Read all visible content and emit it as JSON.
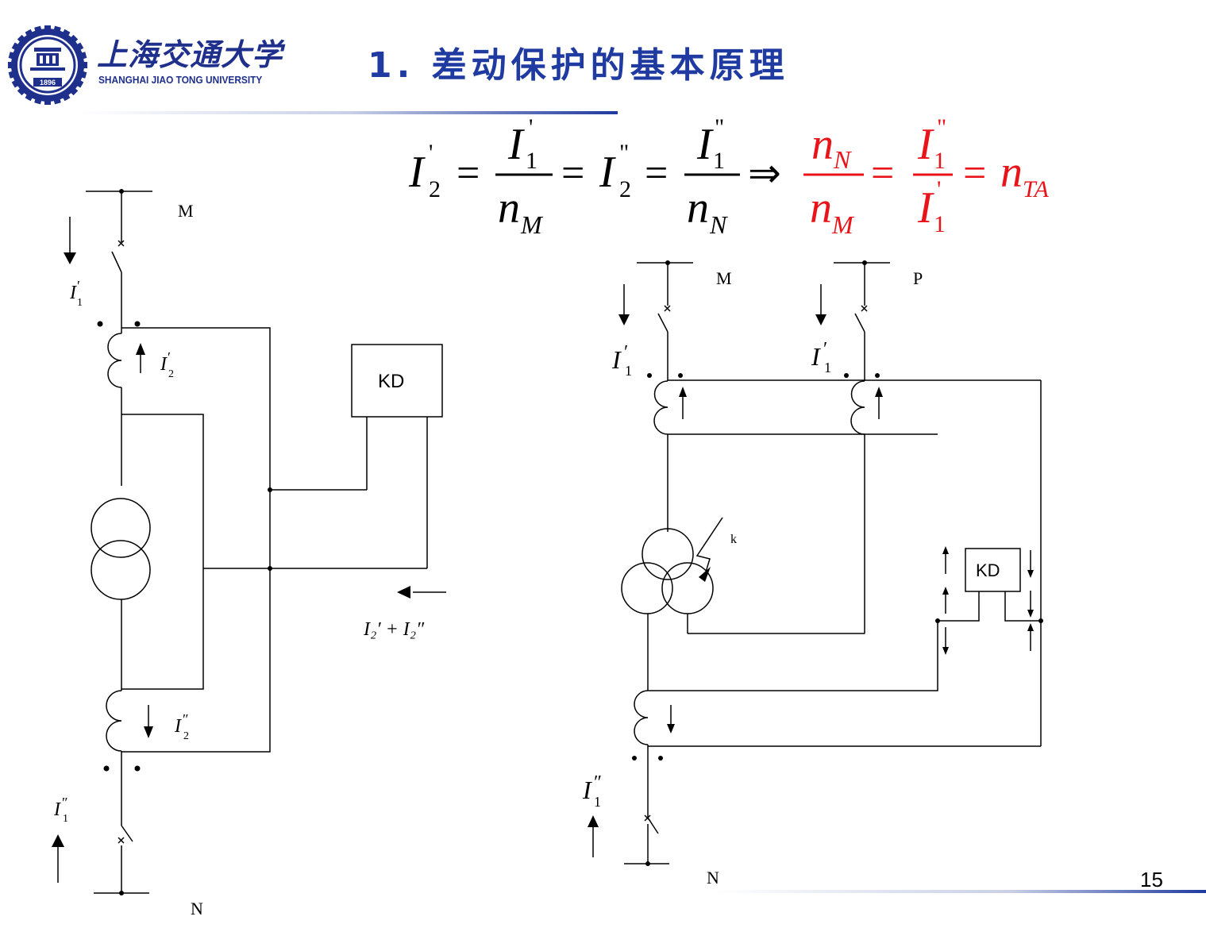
{
  "header": {
    "university_cn": "上海交通大学",
    "university_en": "SHANGHAI  JIAO TONG  UNIVERSITY",
    "logo_year": "1896",
    "title": "1. 差动保护的基本原理",
    "accent_color": "#1f3aa0"
  },
  "formula": {
    "lhs_I2p": "I",
    "frac1_num": "I",
    "frac1_den": "n",
    "frac1_den_sub": "M",
    "I2pp": "I",
    "frac2_num": "I",
    "frac2_den": "n",
    "frac2_den_sub": "N",
    "implies": "⇒",
    "red_frac1_num": "n",
    "red_frac1_num_sub": "N",
    "red_frac1_den": "n",
    "red_frac1_den_sub": "M",
    "red_frac2_num": "I",
    "red_frac2_den": "I",
    "red_rhs": "n",
    "red_rhs_sub": "TA",
    "sub1": "1",
    "sub2": "2",
    "prime": "'",
    "dprime": "\"",
    "red_color": "#e8141a"
  },
  "left_diagram": {
    "bus_top": "M",
    "bus_bottom": "N",
    "relay": "KD",
    "label_I1p": "I",
    "label_I2p": "I",
    "label_I2pp": "I",
    "label_I1pp": "I",
    "label_sum": "I₂′ + I₂″",
    "sub1": "1",
    "sub2": "2",
    "p": "′",
    "pp": "″",
    "plus": "+"
  },
  "right_diagram": {
    "bus_M": "M",
    "bus_P": "P",
    "bus_N": "N",
    "relay": "KD",
    "fault": "k",
    "label_I1p_M": "I",
    "label_I1p_P": "I",
    "label_I1pp": "I",
    "sub1": "1",
    "p": "′",
    "pp": "″"
  },
  "footer": {
    "page_number": "15"
  }
}
